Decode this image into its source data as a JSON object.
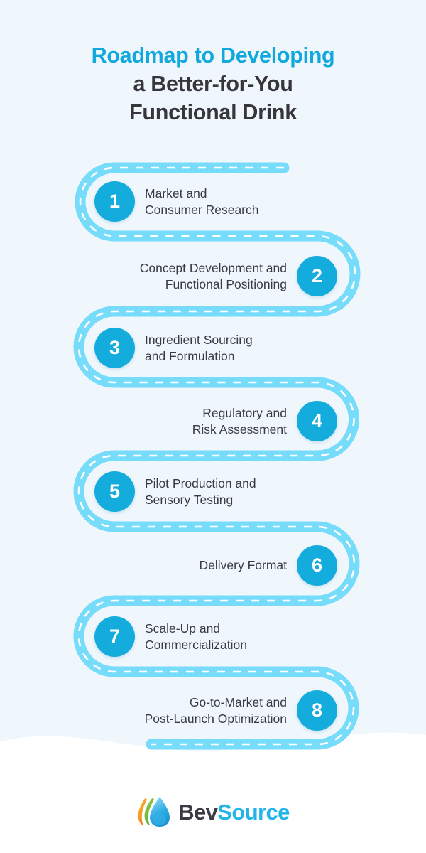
{
  "page": {
    "background_color": "#eff7fd",
    "wave_color": "#ffffff"
  },
  "title": {
    "line1": "Roadmap to Developing",
    "line2": "a Better-for-You",
    "line3": "Functional Drink",
    "accent_color": "#11a9dd",
    "text_color": "#36363c"
  },
  "road": {
    "road_color": "#76dcfa",
    "dash_color": "#ffffff",
    "badge_color": "#14abdd",
    "badge_text_color": "#ffffff"
  },
  "steps": [
    {
      "number": "1",
      "label": "Market and\nConsumer Research",
      "side": "left"
    },
    {
      "number": "2",
      "label": "Concept Development and\nFunctional Positioning",
      "side": "right"
    },
    {
      "number": "3",
      "label": "Ingredient Sourcing\nand Formulation",
      "side": "left"
    },
    {
      "number": "4",
      "label": "Regulatory and\nRisk Assessment",
      "side": "right"
    },
    {
      "number": "5",
      "label": "Pilot Production and\nSensory Testing",
      "side": "left"
    },
    {
      "number": "6",
      "label": "Delivery Format",
      "side": "right"
    },
    {
      "number": "7",
      "label": "Scale-Up and\nCommercialization",
      "side": "left"
    },
    {
      "number": "8",
      "label": "Go-to-Market and\nPost-Launch Optimization",
      "side": "right"
    }
  ],
  "logo": {
    "name_primary": "Bev",
    "name_secondary": "Source",
    "primary_color": "#3b3b44",
    "secondary_color": "#23b4e8",
    "droplet_colors": {
      "orange": "#f5a623",
      "green": "#7cc142",
      "blue": "#29abe2"
    }
  }
}
